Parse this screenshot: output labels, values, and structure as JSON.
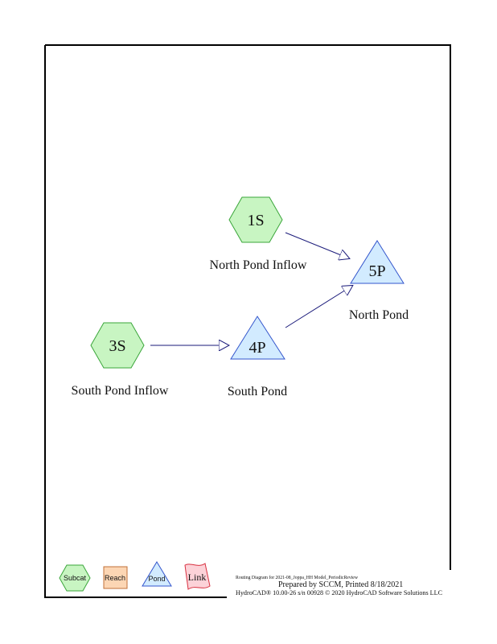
{
  "nodes": {
    "s1": {
      "id": "1S",
      "caption": "North Pond Inflow"
    },
    "s3": {
      "id": "3S",
      "caption": "South Pond Inflow"
    },
    "p4": {
      "id": "4P",
      "caption": "South Pond"
    },
    "p5": {
      "id": "5P",
      "caption": "North Pond"
    }
  },
  "legend": {
    "subcat": "Subcat",
    "reach": "Reach",
    "pond": "Pond",
    "link": "Link"
  },
  "footer": {
    "routing_line": "Routing Diagram for 2021-08_Joppa_HH Model_PeriodicReview",
    "prepared_line": "Prepared by SCCM, Printed 8/18/2021",
    "software_line": "HydroCAD® 10.00-26  s/n 00928  © 2020 HydroCAD Software Solutions LLC"
  },
  "colors": {
    "subcat_fill": "#c8f5c2",
    "subcat_stroke": "#3aa63a",
    "pond_fill": "#d2ebff",
    "pond_stroke": "#3355cc",
    "reach_fill": "#fcd6b4",
    "reach_stroke": "#c07038",
    "link_fill": "#fcd2d8",
    "link_stroke": "#d83040",
    "arrow_stroke": "#1a1a7a"
  }
}
